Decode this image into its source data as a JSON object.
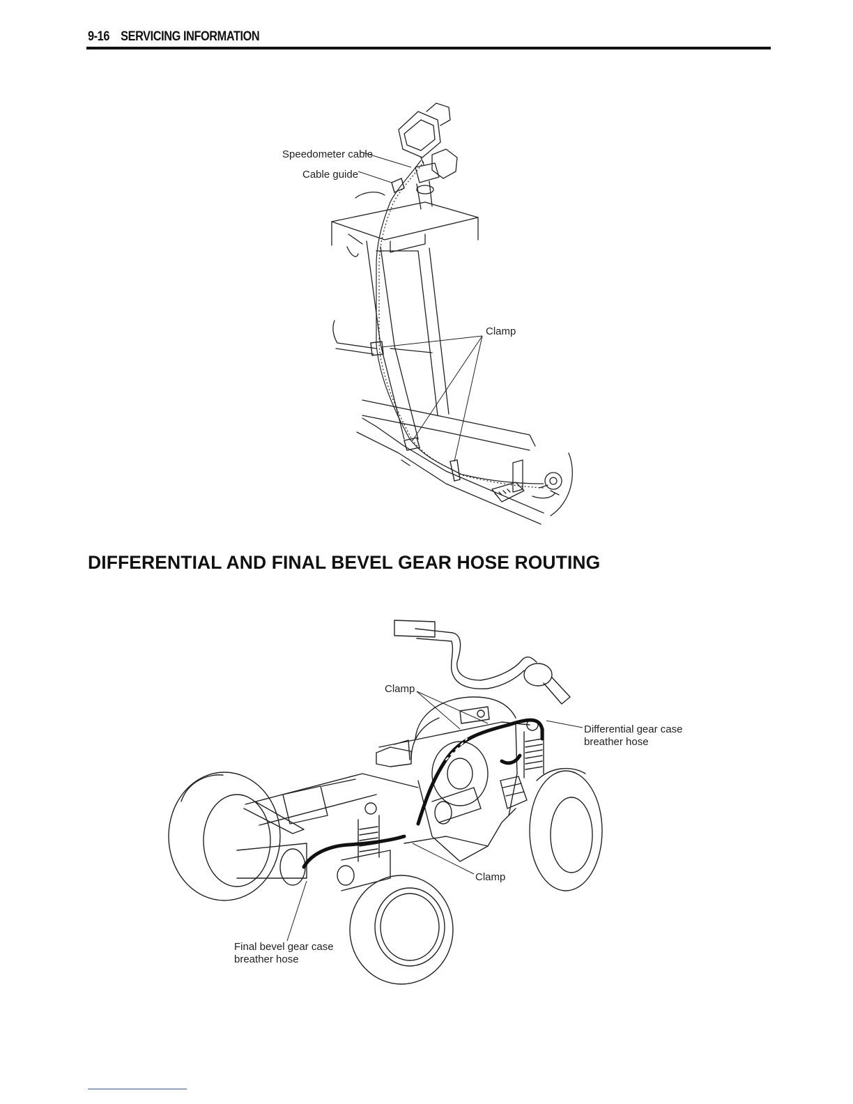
{
  "header": {
    "page_number": "9-16",
    "section": "SERVICING INFORMATION"
  },
  "figure1": {
    "labels": {
      "speedometer_cable": "Speedometer cable",
      "cable_guide": "Cable guide",
      "clamp": "Clamp"
    }
  },
  "section": {
    "title": "DIFFERENTIAL AND FINAL BEVEL GEAR HOSE ROUTING"
  },
  "figure2": {
    "labels": {
      "clamp_top": "Clamp",
      "diff_line1": "Differential gear case",
      "diff_line2": "breather hose",
      "clamp_bottom": "Clamp",
      "final_line1": "Final bevel gear case",
      "final_line2": "breather hose"
    }
  }
}
